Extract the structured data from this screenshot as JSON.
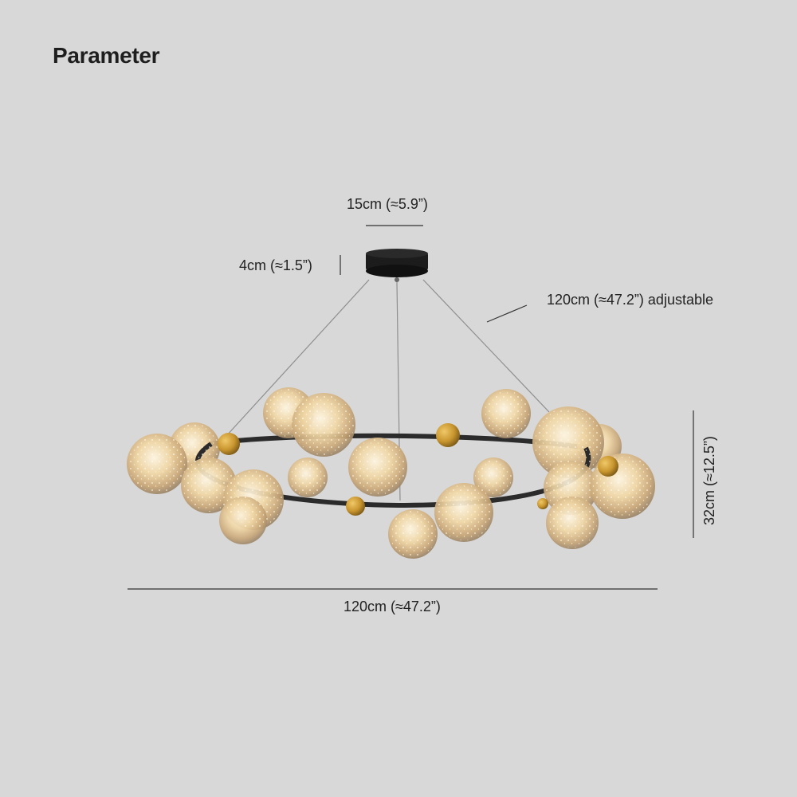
{
  "heading": "Parameter",
  "dimensions": {
    "canopy_width": "15cm (≈5.9”)",
    "canopy_height": "4cm (≈1.5”)",
    "cable_length": "120cm (≈47.2”) adjustable",
    "fixture_height": "32cm (≈12.5”)",
    "fixture_width": "120cm (≈47.2”)"
  },
  "colors": {
    "background": "#d8d8d8",
    "ring": "#2b2b2b",
    "brass": "#c8952e",
    "glass_glow": "#f2d9a8"
  }
}
